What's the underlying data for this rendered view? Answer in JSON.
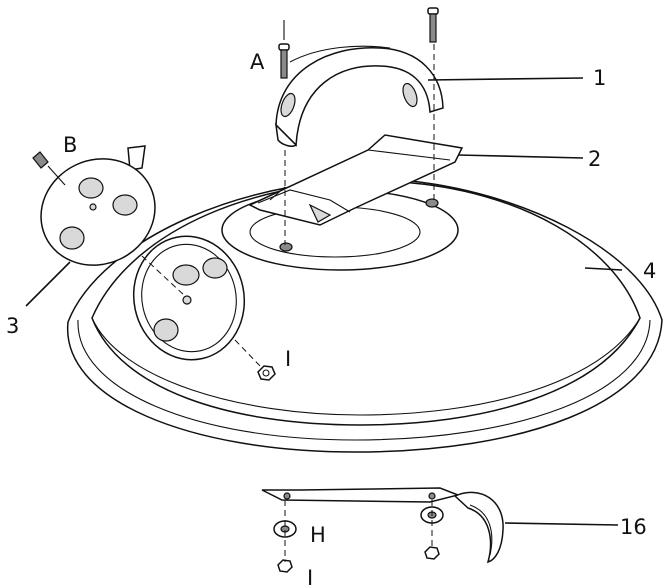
{
  "diagram": {
    "labels": {
      "part_1": "1",
      "part_2": "2",
      "part_3": "3",
      "part_4": "4",
      "part_16": "16",
      "hw_a": "A",
      "hw_b": "B",
      "hw_h": "H",
      "hw_i_top": "I",
      "hw_i_bottom": "I"
    }
  }
}
